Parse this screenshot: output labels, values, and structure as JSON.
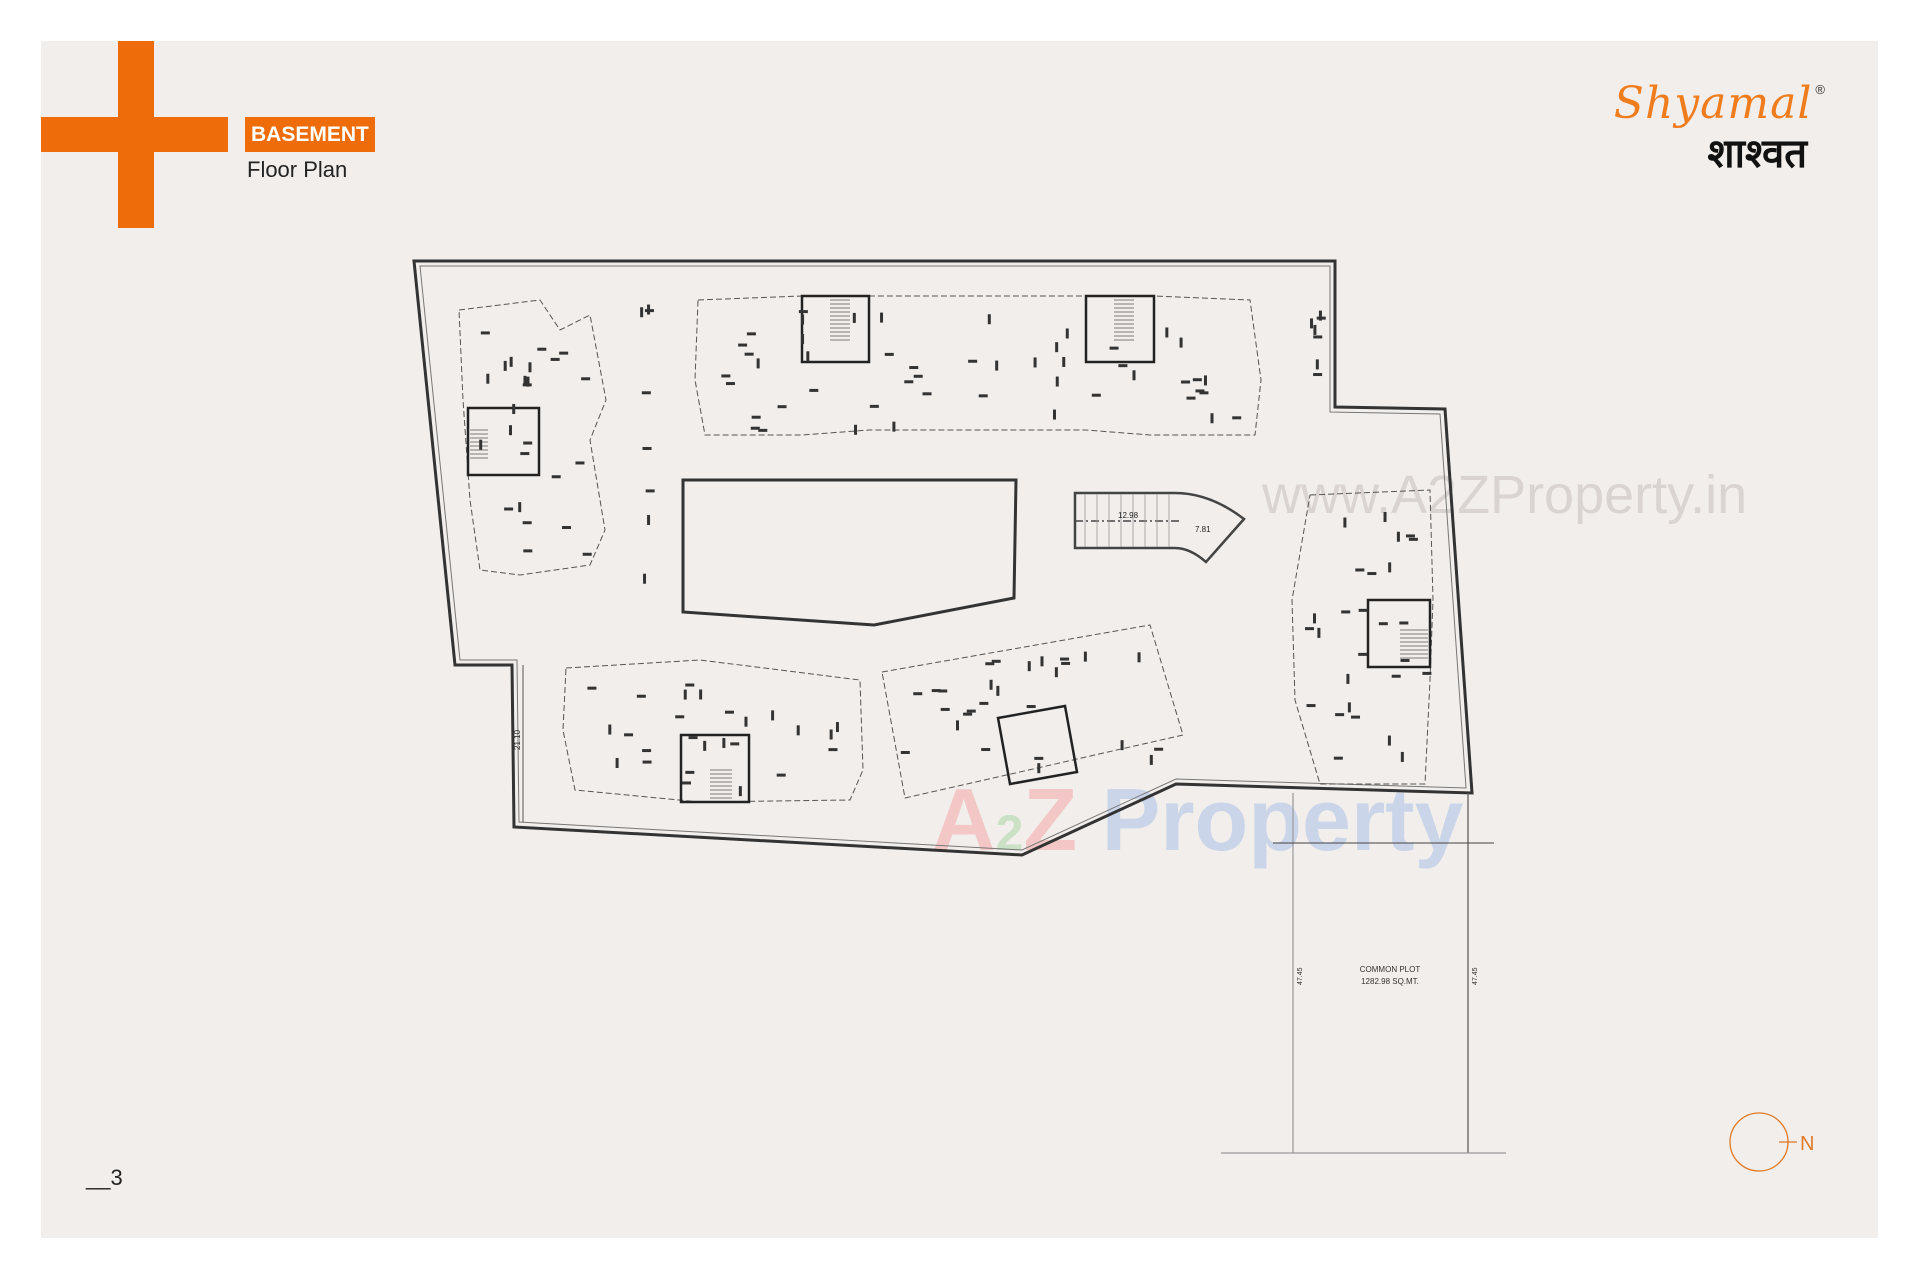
{
  "header": {
    "badge": "BASEMENT",
    "subtitle": "Floor Plan"
  },
  "logo": {
    "name_en": "Shyamal",
    "registered": "®",
    "name_hi": "शाश्वत"
  },
  "page_number": "__3",
  "compass": {
    "label": "N"
  },
  "plan": {
    "ramp_length": "12.98",
    "ramp_curve": "7.81",
    "common_plot_name": "COMMON PLOT",
    "common_plot_area": "1282.98 SQ.MT.",
    "common_plot_side_left": "47.45",
    "common_plot_side_right": "47.45",
    "left_side_dim": "21.10"
  },
  "watermark": {
    "url": "www.A2ZProperty.in",
    "brand_a": "A",
    "brand_2": "2",
    "brand_z": "Z",
    "brand_rest": " Property"
  },
  "colors": {
    "accent": "#ef6c0a",
    "background": "#f2eeeb",
    "line": "#333333"
  }
}
